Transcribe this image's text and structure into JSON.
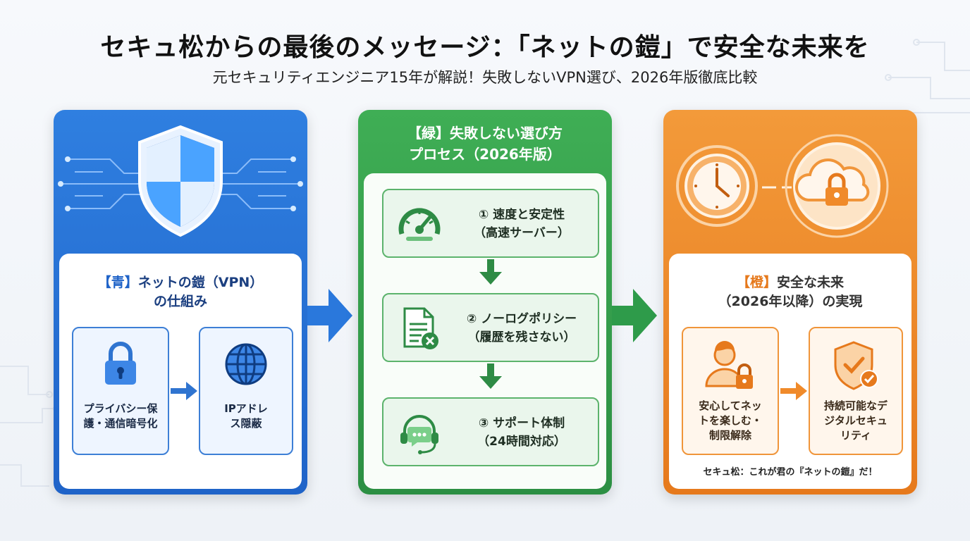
{
  "header": {
    "title": "セキュ松からの最後のメッセージ：「ネットの鎧」で安全な未来を",
    "subtitle": "元セキュリティエンジニア15年が解説！失敗しないVPN選び、2026年版徹底比較"
  },
  "blue_panel": {
    "tag": "【青】",
    "heading_line1": "ネットの鎧（VPN）",
    "heading_line2": "の仕組み",
    "card1_label": "プライバシー保護・通信暗号化",
    "card2_label": "IPアドレス隠蔽",
    "color": "#1f63c8"
  },
  "green_panel": {
    "heading_line1": "【緑】失敗しない選び方",
    "heading_line2": "プロセス（2026年版）",
    "steps": [
      {
        "line1": "① 速度と安定性",
        "line2": "（高速サーバー）",
        "icon": "speedometer-icon"
      },
      {
        "line1": "② ノーログポリシー",
        "line2": "（履歴を残さない）",
        "icon": "document-x-icon"
      },
      {
        "line1": "③ サポート体制",
        "line2": "（24時間対応）",
        "icon": "headset-chat-icon"
      }
    ],
    "color": "#2c8f43"
  },
  "orange_panel": {
    "tag": "【橙】",
    "heading_line1": "安全な未来",
    "heading_line2": "（2026年以降）の実現",
    "card1_label": "安心してネットを楽しむ・制限解除",
    "card2_label": "持続可能なデジタルセキュリティ",
    "footnote": "セキュ松：これが君の『ネットの鎧』だ！",
    "color": "#e6791c"
  }
}
